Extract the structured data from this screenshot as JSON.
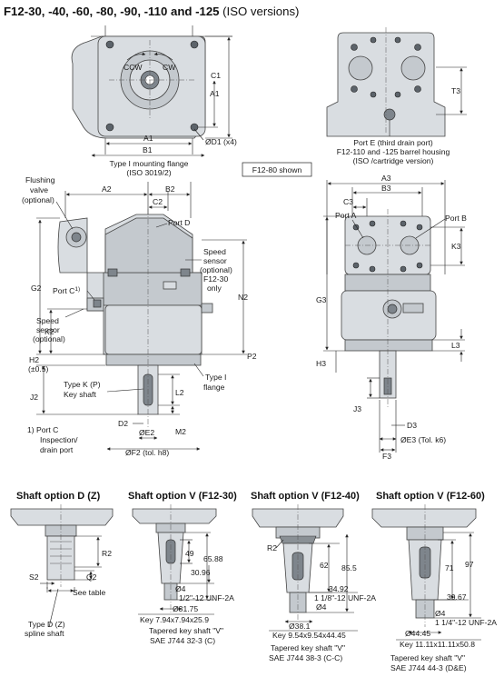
{
  "title": {
    "bold": "F12-30, -40, -60, -80, -90, -110 and -125",
    "normal": " (ISO versions)"
  },
  "front_view": {
    "dims": [
      "C1",
      "A1",
      "A1",
      "B1",
      "ØD1 (x4)"
    ],
    "rotation": [
      "CCW",
      "CW"
    ],
    "caption": [
      "Type I mounting flange",
      "(ISO 3019/2)"
    ]
  },
  "rear_view": {
    "dims": [
      "T3"
    ],
    "caption": [
      "Port E (third drain port)",
      "F12-110 and -125 barrel housing",
      "(ISO /cartridge version)"
    ]
  },
  "shown_box": "F12-80 shown",
  "side_view": {
    "labels": [
      "Flushing",
      "valve",
      "(optional)",
      "Port D",
      "Speed",
      "sensor",
      "(optional)",
      "F12-30",
      "only",
      "Port C",
      "1)",
      "Speed",
      "sensor",
      "(optional)",
      "Type I",
      "flange",
      "Type K (P)",
      "Key shaft"
    ],
    "dims": [
      "A2",
      "B2",
      "C2",
      "G2",
      "N2",
      "K2",
      "P2",
      "H2",
      "(±0.5)",
      "J2",
      "L2",
      "M2",
      "D2",
      "ØE2",
      "ØF2 (tol. h8)"
    ],
    "footnote": [
      "1) Port C",
      "Inspection/",
      "drain port"
    ]
  },
  "end_view": {
    "labels": [
      "Port A",
      "Port B"
    ],
    "dims": [
      "A3",
      "B3",
      "C3",
      "K3",
      "G3",
      "L3",
      "H3",
      "J3",
      "D3",
      "ØE3 (Tol. k6)",
      "F3"
    ]
  },
  "shaft_options": [
    {
      "heading": "Shaft option D (Z)",
      "dims": [
        "R2",
        "S2",
        "Q2"
      ],
      "note": "See table",
      "caption": [
        "Type D (Z)",
        "spline shaft"
      ]
    },
    {
      "heading": "Shaft option V (F12-30)",
      "dims": [
        "49",
        "65.88",
        "30.96",
        "Ø4",
        "1/2\"-12 UNF-2A",
        "Ø31.75",
        "Key 7.94x7.94x25.9"
      ],
      "caption": [
        "Tapered key shaft \"V\"",
        "SAE J744 32-3 (C)"
      ]
    },
    {
      "heading": "Shaft option V (F12-40)",
      "dims": [
        "R2",
        "62",
        "85.5",
        "34.92",
        "1 1/8\"-12 UNF-2A",
        "Ø4",
        "Ø38.1",
        "Key 9.54x9.54x44.45"
      ],
      "caption": [
        "Tapered key shaft \"V\"",
        "SAE J744 38-3 (C-C)"
      ]
    },
    {
      "heading": "Shaft option V (F12-60)",
      "dims": [
        "71",
        "97",
        "39.67",
        "Ø4",
        "1 1/4\"-12 UNF-2A",
        "Ø44.45",
        "Key 11.11x11.11x50.8"
      ],
      "caption": [
        "Tapered key shaft \"V\"",
        "SAE J744 44-3 (D&E)"
      ]
    }
  ]
}
